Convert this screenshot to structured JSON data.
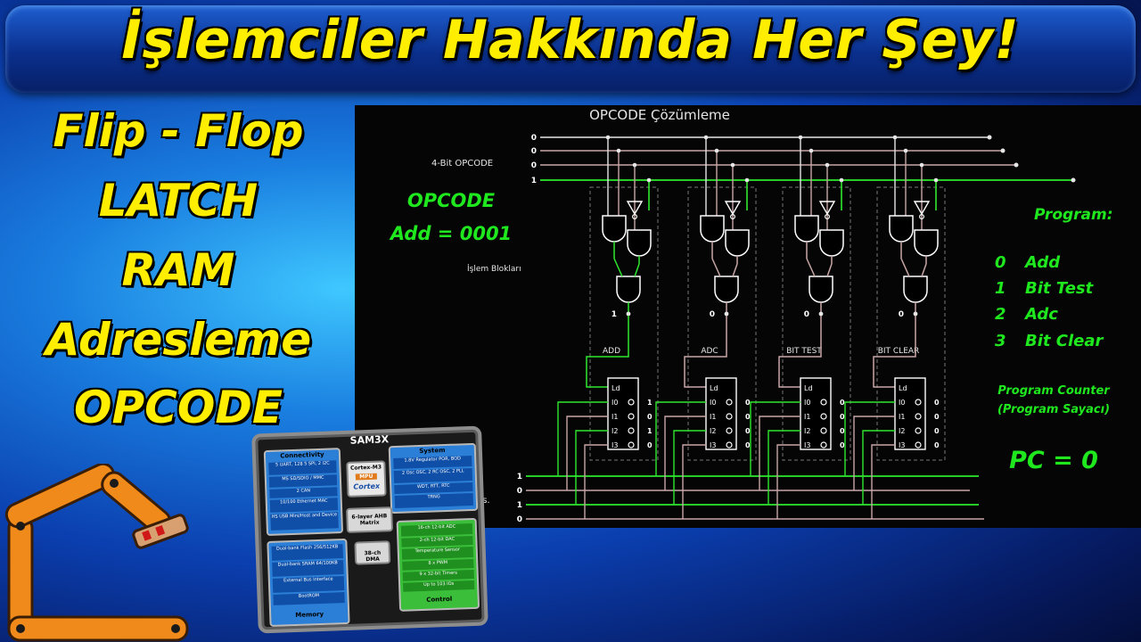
{
  "title": "İşlemciler Hakkında Her Şey!",
  "topics": [
    "Flip - Flop",
    "LATCH",
    "RAM",
    "Adresleme",
    "OPCODE"
  ],
  "diagram": {
    "title": "OPCODE Çözümleme",
    "opcode_label": "4-Bit OPCODE",
    "opcode_bits": [
      "0",
      "0",
      "0",
      "1"
    ],
    "islem_label": "İşlem Blokları",
    "veri_label": "Veri vs.",
    "opcode_callout_line1": "OPCODE",
    "opcode_callout_line2": "Add = 0001",
    "blocks": [
      {
        "name": "ADD",
        "output": "1",
        "inputs": [
          "I0",
          "I1",
          "I2",
          "I3"
        ],
        "latch_in": "Ld",
        "outs": [
          "1",
          "0",
          "1",
          "0"
        ]
      },
      {
        "name": "ADC",
        "output": "0",
        "inputs": [
          "I0",
          "I1",
          "I2",
          "I3"
        ],
        "latch_in": "Ld",
        "outs": [
          "0",
          "0",
          "0",
          "0"
        ]
      },
      {
        "name": "BIT TEST",
        "output": "0",
        "inputs": [
          "I0",
          "I1",
          "I2",
          "I3"
        ],
        "latch_in": "Ld",
        "outs": [
          "0",
          "0",
          "0",
          "0"
        ]
      },
      {
        "name": "BIT CLEAR",
        "output": "0",
        "inputs": [
          "I0",
          "I1",
          "I2",
          "I3"
        ],
        "latch_in": "Ld",
        "outs": [
          "0",
          "0",
          "0",
          "0"
        ]
      }
    ],
    "data_bits": [
      "1",
      "0",
      "1",
      "0"
    ],
    "program_title": "Program:",
    "program": [
      {
        "index": "0",
        "name": "Add"
      },
      {
        "index": "1",
        "name": "Bit Test"
      },
      {
        "index": "2",
        "name": "Adc"
      },
      {
        "index": "3",
        "name": "Bit Clear"
      }
    ],
    "pc_title": "Program Counter",
    "pc_subtitle": "(Program Sayacı)",
    "pc_value": "PC = 0"
  },
  "chip": {
    "name": "SAM3X",
    "connectivity": "Connectivity",
    "system": "System",
    "core_line1": "Cortex-M3",
    "core_line2": "MPU",
    "core_line3": "Cortex",
    "bus": "6-layer AHB Matrix",
    "dma": "38-ch DMA",
    "memory": "Memory",
    "control": "Control",
    "conn_items": [
      "5 UART, 128 5 SPI, 2 I2C",
      "MS SD/SDIO / MMC",
      "2 CAN",
      "10/100 Ethernet MAC",
      "HS USB Mini/Host and Device"
    ],
    "sys_items": [
      "1.8V Regulator POR, BOD",
      "2 Osc OSC, 2 RC OSC, 2 PLL",
      "WDT, RTT, RTC",
      "TRNG"
    ],
    "mem_items": [
      "Dual-bank Flash 256/512KB",
      "Dual-bank SRAM 64/100KB",
      "External Bus Interface",
      "BootROM"
    ],
    "ctrl_items": [
      "16-ch 12-bit ADC",
      "2-ch 12-bit DAC",
      "Temperature Sensor",
      "8 x PWM",
      "9 x 32-bit Timers",
      "Up to 103 IOs"
    ]
  },
  "colors": {
    "title": "#ffee00",
    "green_text": "#1fe81f",
    "wire_active": "#2ee82e",
    "wire_idle": "#c9a6a6",
    "wire_white": "#e6e6e6",
    "chip_blue": "#2b7fd6",
    "chip_green": "#3bbf3b",
    "logo_orange": "#f08a1a"
  }
}
